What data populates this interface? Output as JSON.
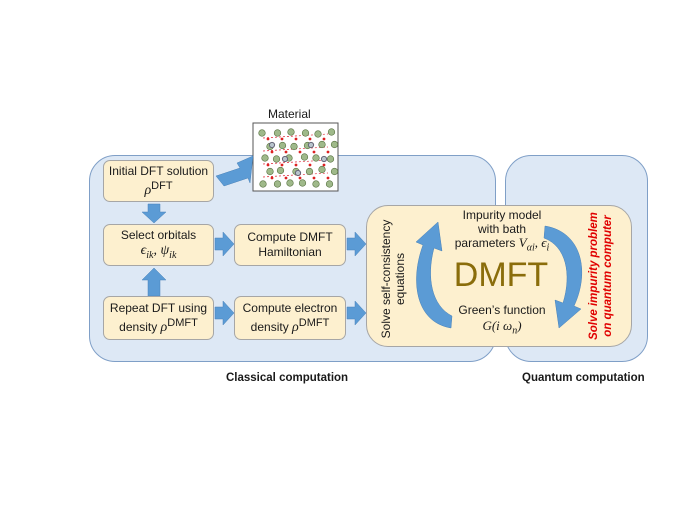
{
  "material": {
    "label": "Material"
  },
  "panels": {
    "classical_label": "Classical computation",
    "quantum_label": "Quantum computation"
  },
  "boxes": {
    "initial_dft": {
      "line1": "Initial DFT solution",
      "math": "ρ",
      "sup": "DFT"
    },
    "select_orbitals": {
      "line1": "Select orbitals",
      "math": "ϵ",
      "sub1": "ik",
      "math2": ", ψ",
      "sub2": "ik"
    },
    "compute_hamiltonian": {
      "line1": "Compute DMFT",
      "line2": "Hamiltonian"
    },
    "compute_density": {
      "line1": "Compute electron",
      "line2": "density ",
      "math": "ρ",
      "sup": "DMFT"
    },
    "repeat_dft": {
      "line1": "Repeat DFT using",
      "line2": "density ",
      "math": "ρ",
      "sup": "DMFT"
    }
  },
  "dmft": {
    "title": "DMFT",
    "solve_label_1": "Solve self-consistency",
    "solve_label_2": "equations",
    "impurity_1": "Impurity model",
    "impurity_2": "with bath",
    "impurity_3": "parameters ",
    "impurity_math": "V",
    "impurity_sub": "αi",
    "impurity_math2": ", ϵ",
    "impurity_sub2": "i",
    "greens_1": "Green’s function",
    "greens_math": "G(i ω",
    "greens_sub": "n",
    "greens_close": ")"
  },
  "quantum": {
    "solve_1": "Solve impurity problem",
    "solve_2": "on quantum computer"
  },
  "colors": {
    "panel_fill": "#dde8f5",
    "panel_border": "#7f9fc7",
    "box_fill": "#fdf0cf",
    "arrow": "#5b9bd5",
    "dmft_title": "#8a6d0b",
    "quantum_text": "#e00000"
  }
}
